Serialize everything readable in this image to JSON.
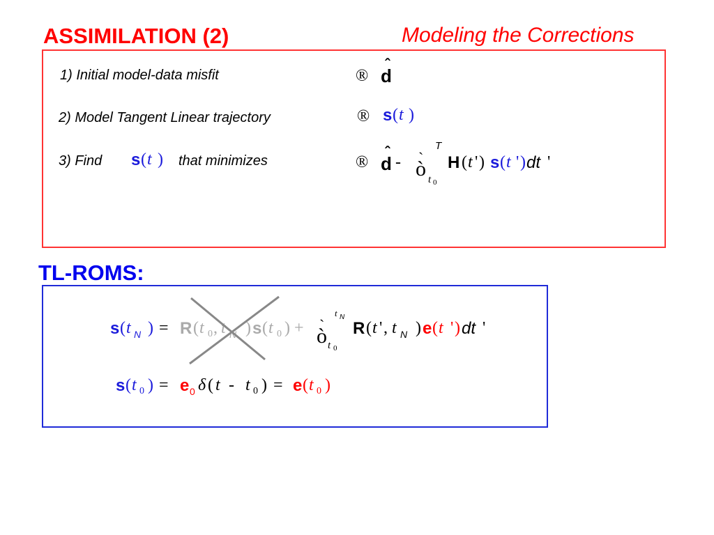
{
  "header": {
    "title": "ASSIMILATION (2)",
    "subtitle": "Modeling the Corrections"
  },
  "steps": [
    {
      "label": "1) Initial model-data misfit"
    },
    {
      "label": "2) Model Tangent Linear trajectory"
    },
    {
      "label_find": "3)  Find",
      "label_minimizes": "that minimizes"
    }
  ],
  "math": {
    "arrow": "®",
    "hat": "ˆ",
    "d": "d",
    "s": "s",
    "t": "t",
    "lparen": "(",
    "rparen": ")",
    "minus": "-",
    "integral": "ò",
    "grave": "`",
    "T": "T",
    "t0_t": "t",
    "zero": "0",
    "H": "H",
    "tprime": "t",
    "prime": "'",
    "dt": "dt",
    "R": "R",
    "N": "N",
    "comma": ",",
    "equals": "=",
    "plus": "+",
    "e": "e",
    "delta": "δ"
  },
  "tl_roms": {
    "label": "TL-ROMS:"
  },
  "colors": {
    "title": "#ff0000",
    "box_red": "#ff3333",
    "box_blue": "#1f2bd8",
    "blue_text": "#1a1adb",
    "gray_text": "#aaaaaa",
    "cross": "#888888"
  }
}
